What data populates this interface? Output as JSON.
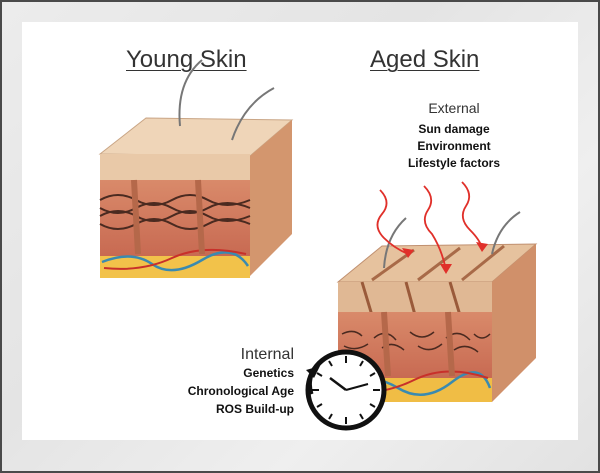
{
  "titles": {
    "young": "Young Skin",
    "aged": "Aged Skin"
  },
  "external": {
    "heading": "External",
    "factors": [
      "Sun damage",
      "Environment",
      "Lifestyle factors"
    ]
  },
  "internal": {
    "heading": "Internal",
    "factors": [
      "Genetics",
      "Chronological Age",
      "ROS Build-up"
    ]
  },
  "icons": {
    "clock": "clock-icon",
    "uv_arrows": "uv-arrow-icon"
  },
  "colors": {
    "skin_top": "#e9c9a8",
    "dermis": "#d98a6a",
    "fat": "#f2c24a",
    "arrow": "#e0302a"
  }
}
